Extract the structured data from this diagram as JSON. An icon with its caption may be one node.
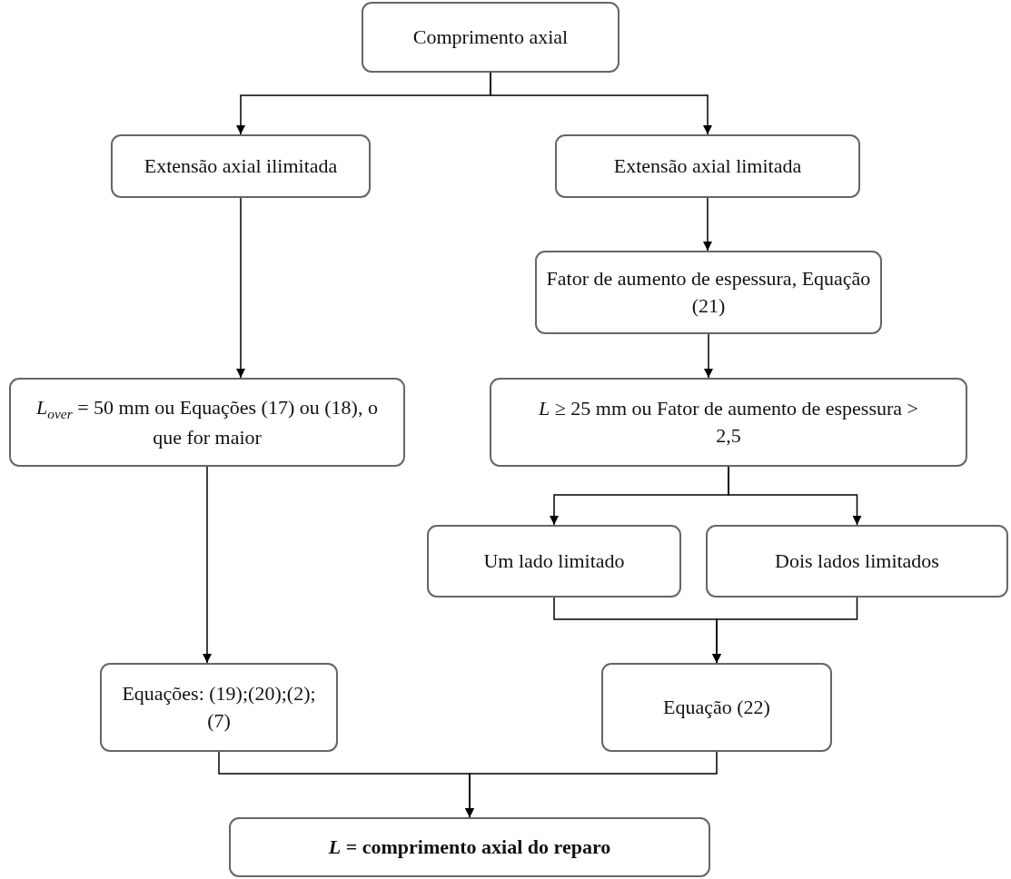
{
  "diagram": {
    "nodes": [
      {
        "text": [
          "Comprimento axial"
        ]
      },
      {
        "text": [
          "Extensão axial ilimitada"
        ]
      },
      {
        "text": [
          "Extensão axial limitada"
        ]
      },
      {
        "text": [
          "Fator de aumento de espessura, Equação (21)"
        ]
      },
      {
        "text": [
          "*L* ≥ 25 mm ou Fator de aumento de espessura > 2,5"
        ]
      },
      {
        "text": [
          "*L*$_{over}$ = 50 mm ou Equações (17) ou (18), o que for maior"
        ]
      },
      {
        "text": [
          "Um lado limitado"
        ]
      },
      {
        "text": [
          "Dois lados limitados"
        ]
      },
      {
        "text": [
          "Equações: (19);(20);(2);(7)"
        ]
      },
      {
        "text": [
          "Equação (22)"
        ]
      },
      {
        "text": [
          "*L* = comprimento axial do reparo"
        ]
      }
    ],
    "edges": [
      {
        "from": 0,
        "to": 1,
        "arrow": "to"
      },
      {
        "from": 0,
        "to": 2,
        "arrow": "to"
      },
      {
        "from": 1,
        "to": 5,
        "arrow": "to"
      },
      {
        "from": 2,
        "to": 3,
        "arrow": "to"
      },
      {
        "from": 3,
        "to": 4,
        "arrow": "to"
      },
      {
        "from": 4,
        "to": 6,
        "arrow": "to"
      },
      {
        "from": 4,
        "to": 7,
        "arrow": "to"
      },
      {
        "from": 5,
        "to": 8,
        "arrow": "to"
      },
      {
        "from": 6,
        "to": 9,
        "arrow": "to"
      },
      {
        "from": 7,
        "to": 9,
        "arrow": "to"
      },
      {
        "from": 8,
        "to": 10,
        "arrow": "to"
      },
      {
        "from": 9,
        "to": 10,
        "arrow": "to"
      }
    ]
  }
}
